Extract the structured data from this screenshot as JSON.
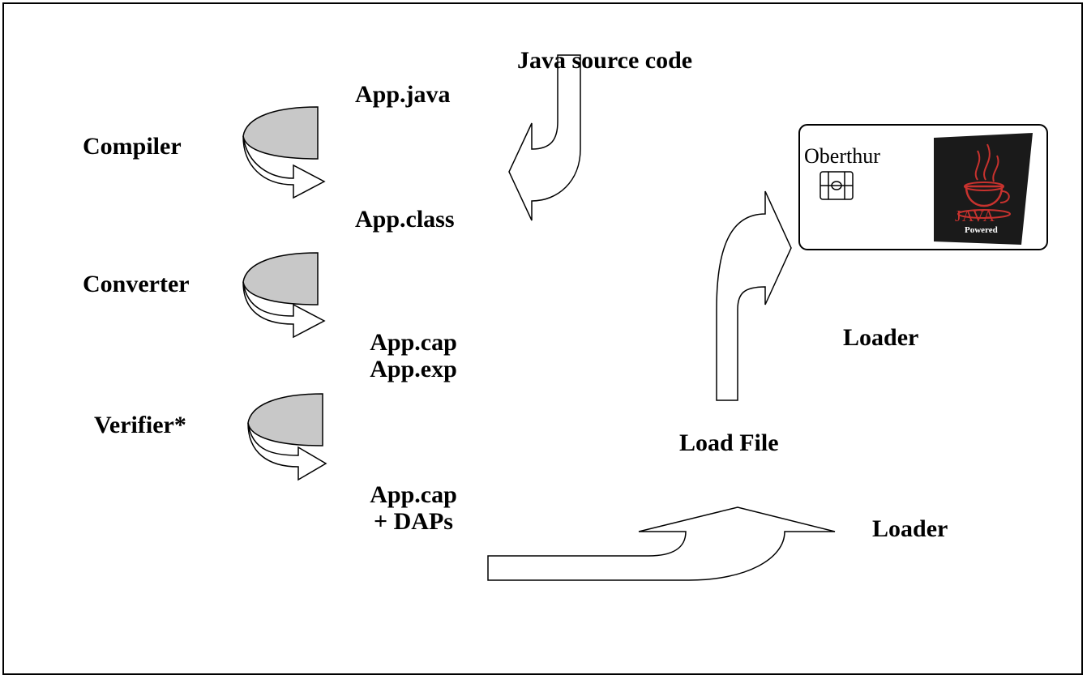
{
  "title": "Java source code",
  "files": {
    "java": "App.java",
    "class": "App.class",
    "cap": "App.cap",
    "exp": "App.exp",
    "cap2": "App.cap",
    "daps": "+ DAPs",
    "load_file": "Load File"
  },
  "tools": {
    "compiler": "Compiler",
    "converter": "Converter",
    "verifier": "Verifier*",
    "loader_upper": "Loader",
    "loader_lower": "Loader"
  },
  "card": {
    "brand": "Oberthur",
    "logo_text": "JAVA",
    "logo_sub": "Powered",
    "logo_colors": {
      "background": "#1a1a1a",
      "wordmark": "#c8322e",
      "sub": "#ffffff"
    }
  },
  "colors": {
    "arrow_fill": "#ffffff",
    "arrow_shade": "#c8c8c8",
    "stroke": "#000000"
  }
}
